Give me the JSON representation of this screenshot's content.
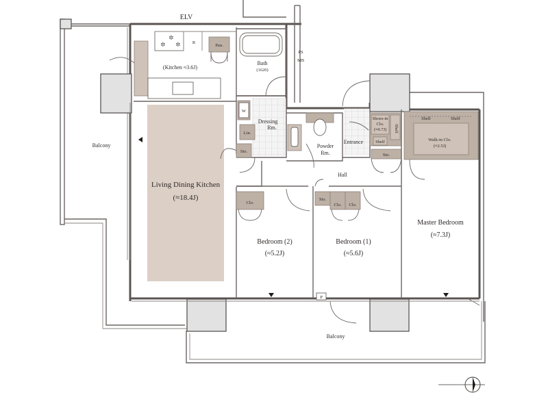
{
  "plan": {
    "labels": {
      "elv": "ELV",
      "ps_mb_1": "PS",
      "ps_mb_2": "MB",
      "kitchen": "(Kitchen ≈3.6J)",
      "r": "R",
      "pan": "Pan.",
      "bath": "Bath",
      "bath_size": "(1620)",
      "w": "W",
      "dressing_1": "Dressing",
      "dressing_2": "Rm.",
      "lin": "Lin.",
      "sto_1": "Sto.",
      "powder_1": "Powder",
      "powder_2": "Rm.",
      "entrance": "Entrance",
      "shoes_1": "Shoes-in",
      "shoes_2": "Clo.",
      "shoes_3": "(≈0.7J)",
      "shelf_1": "Shelf",
      "shelf_2": "Shelf",
      "shelf_3": "Shelf",
      "shelf_4": "Shelf",
      "walkin_1": "Walk-in Clo.",
      "walkin_2": "(≈2.5J)",
      "sto_2": "Sto.",
      "hall": "Hall",
      "ldk_1": "Living Dining Kitchen",
      "ldk_2": "(≈18.4J)",
      "balcony_west": "Balcony",
      "clo_1": "Clo.",
      "sto_3": "Sto.",
      "clo_2": "Clo.",
      "clo_3": "Clo.",
      "bed2_1": "Bedroom (2)",
      "bed2_2": "(≈5.2J)",
      "bed1_1": "Bedroom (1)",
      "bed1_2": "(≈5.6J)",
      "master_1": "Master Bedroom",
      "master_2": "(≈7.3J)",
      "p": "P",
      "balcony_south": "Balcony"
    },
    "colors": {
      "wall": "#5a5452",
      "storage_fill": "#bdb0a5",
      "ldk_fill": "#dccfc6",
      "pillar_fill": "#e2e2e2"
    },
    "icons": {
      "north_arrow": "compass-north-icon",
      "direction_mark": "triangle-marker-icon"
    }
  }
}
